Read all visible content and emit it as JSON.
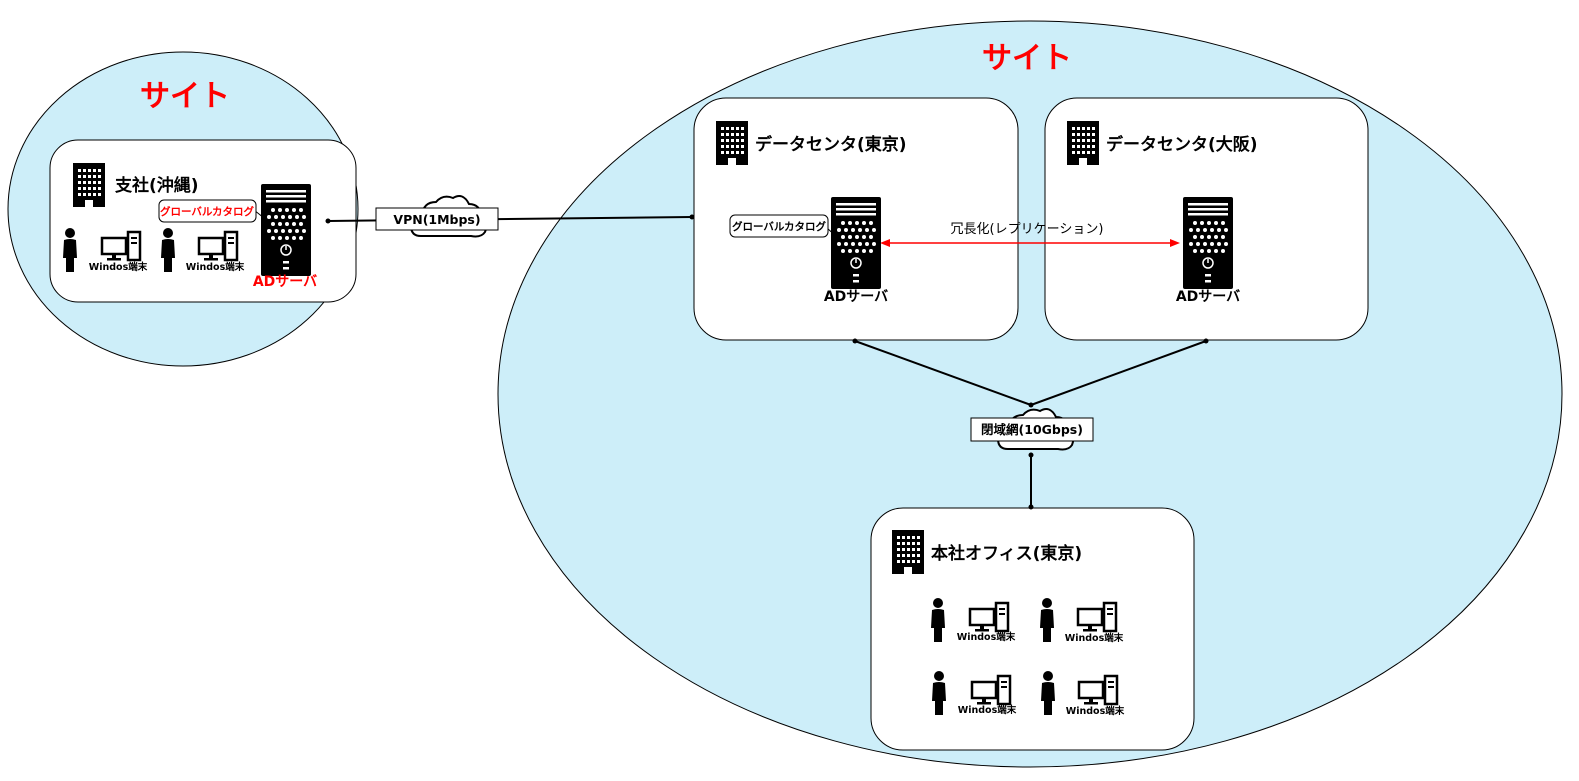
{
  "sites": {
    "left_label": "サイト",
    "right_label": "サイト"
  },
  "branch": {
    "title": "支社(沖縄)",
    "server_label": "ADサーバ",
    "catalog_label": "グローバルカタログ",
    "terminal_label": "Windos端末"
  },
  "dc_tokyo": {
    "title": "データセンタ(東京)",
    "server_label": "ADサーバ",
    "catalog_label": "グローバルカタログ"
  },
  "dc_osaka": {
    "title": "データセンタ(大阪)",
    "server_label": "ADサーバ"
  },
  "hq": {
    "title": "本社オフィス(東京)",
    "terminal_label": "Windos端末"
  },
  "links": {
    "vpn_label": "VPN(1Mbps)",
    "closed_network_label": "閉域網(10Gbps)",
    "replication_label": "冗長化(レプリケーション)"
  },
  "colors": {
    "site_fill": "#cdeef9",
    "replication": "#ff0000",
    "site_title": "#ff0000"
  }
}
